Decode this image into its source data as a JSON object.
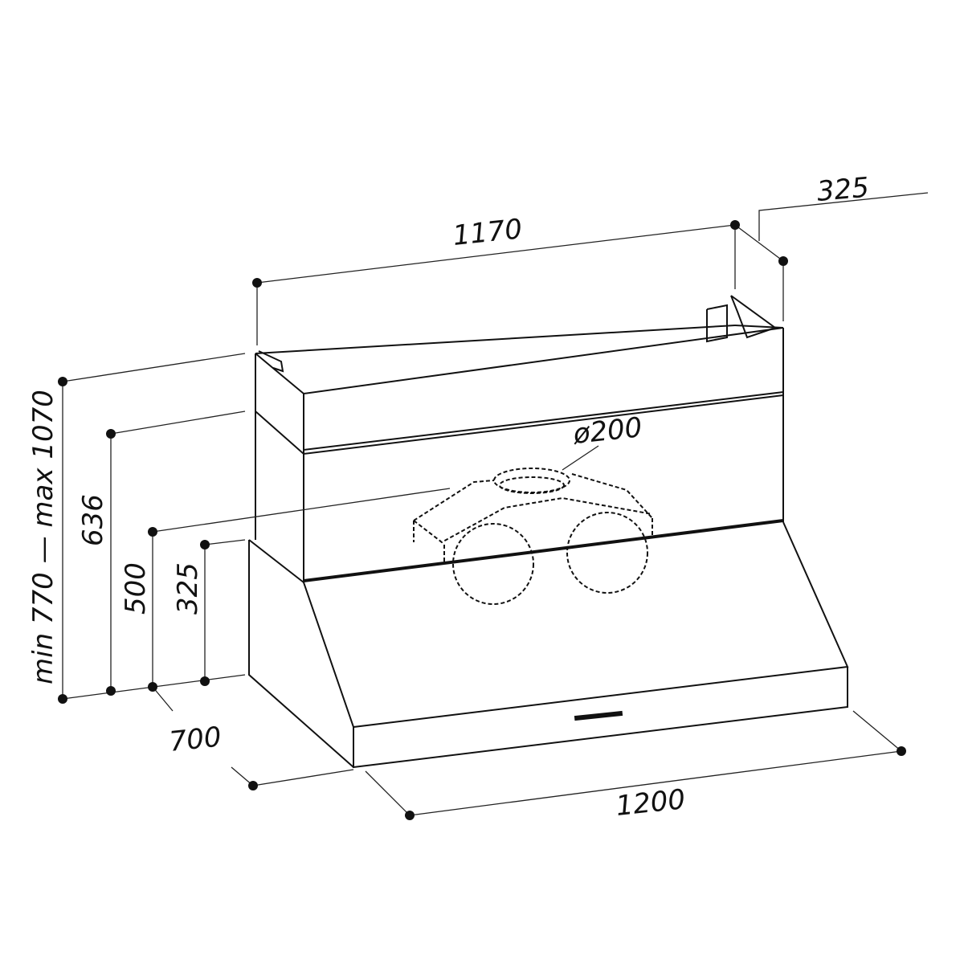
{
  "title": "Range hood dimension drawing",
  "dimensions": {
    "chimney_width": "1170",
    "chimney_depth": "325",
    "duct_diameter": "ø200",
    "total_height_range": "min 770 — max 1070",
    "height_636": "636",
    "height_500": "500",
    "height_325": "325",
    "hood_depth": "700",
    "hood_width": "1200"
  },
  "colors": {
    "line": "#111111",
    "background": "#ffffff"
  }
}
